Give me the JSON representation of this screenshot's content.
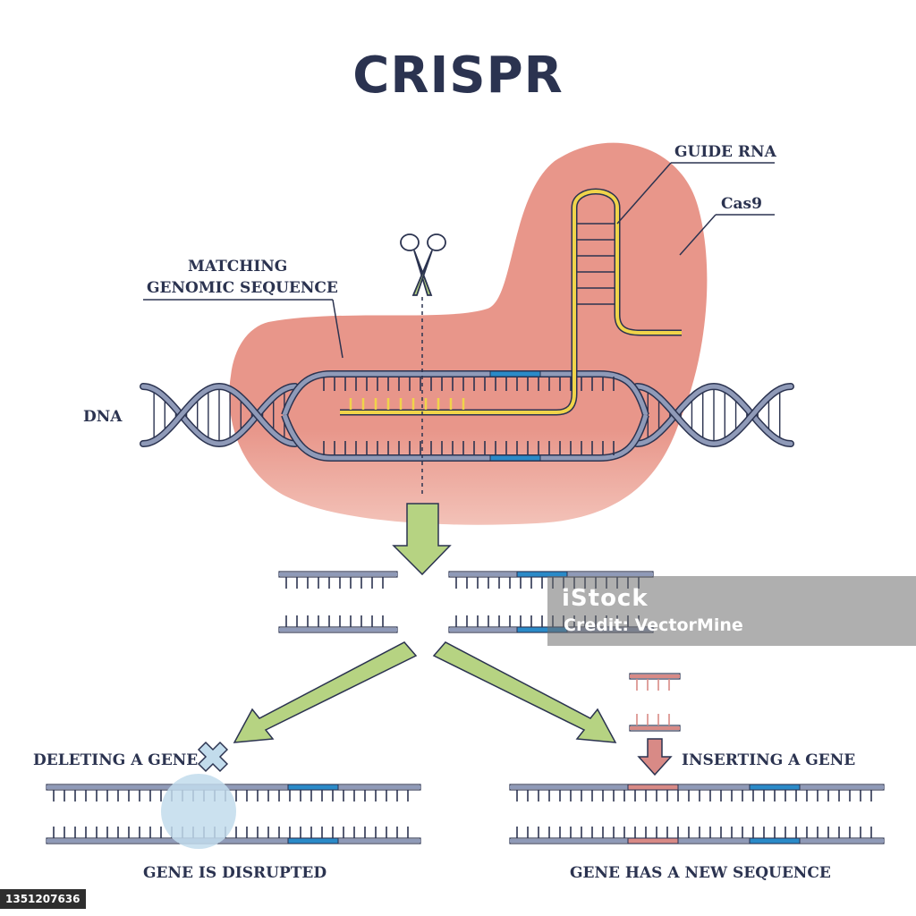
{
  "title": "CRISPR",
  "labels": {
    "guide_rna": "GUIDE RNA",
    "cas9": "Cas9",
    "matching_line1": "MATCHING",
    "matching_line2": "GENOMIC SEQUENCE",
    "dna": "DNA",
    "deleting": "DELETING A GENE",
    "inserting": "INSERTING A GENE",
    "disrupted": "GENE IS DISRUPTED",
    "new_sequence": "GENE HAS A NEW SEQUENCE"
  },
  "watermark": {
    "logo": "iStock",
    "credit": "Credit: VectorMine"
  },
  "stock_id": "1351207636",
  "colors": {
    "title": "#2b3350",
    "cas9": "#e8968a",
    "dna_strand": "#8f9ab8",
    "target_blue": "#2a8ac8",
    "guide_rna": "#f0d44a",
    "arrow_green": "#b6d382",
    "insert_red": "#d88a86"
  },
  "icons": [
    "scissors-icon",
    "cross-icon",
    "down-arrow-icon"
  ]
}
